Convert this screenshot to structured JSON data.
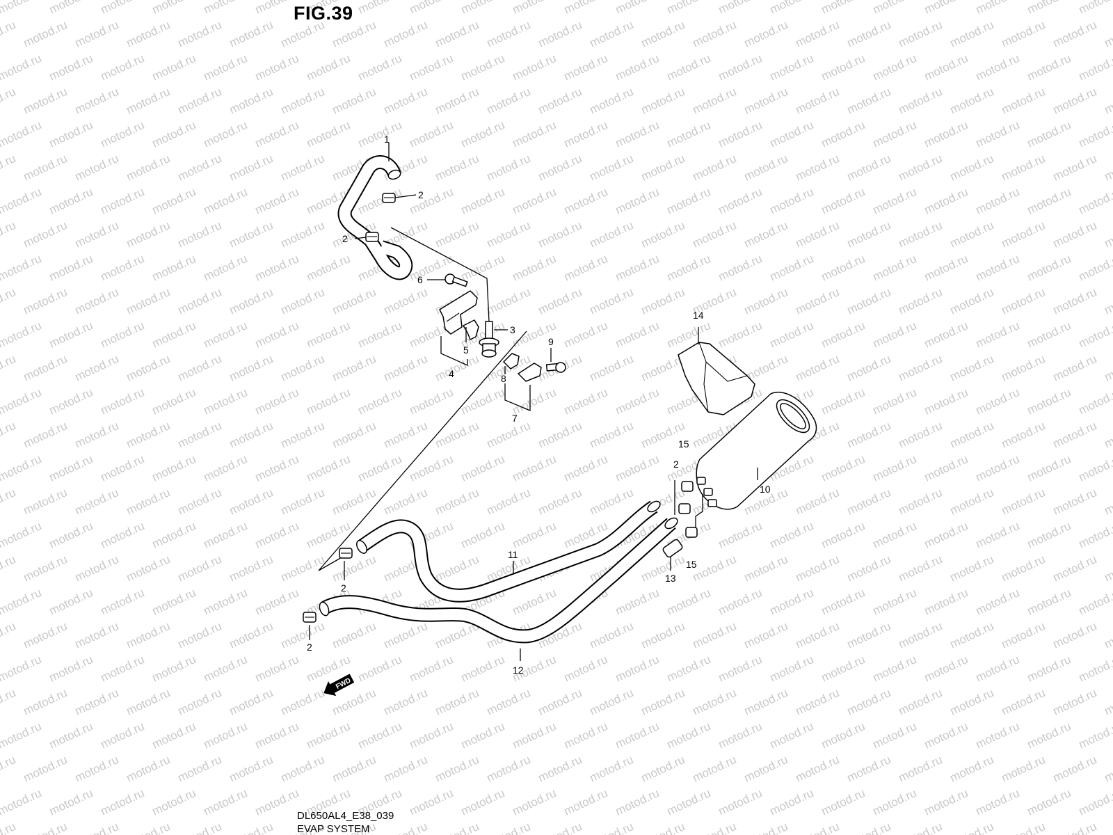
{
  "figure": {
    "title": "FIG.39",
    "code": "DL650AL4_E38_039",
    "caption": "EVAP SYSTEM"
  },
  "watermark": {
    "text": "motod.ru",
    "color": "#c8c8c8"
  },
  "fwd_badge": {
    "text": "FWD"
  },
  "callouts": [
    {
      "id": "c1",
      "label": "1"
    },
    {
      "id": "c2a",
      "label": "2"
    },
    {
      "id": "c2b",
      "label": "2"
    },
    {
      "id": "c2c",
      "label": "2"
    },
    {
      "id": "c2d",
      "label": "2"
    },
    {
      "id": "c2e",
      "label": "2"
    },
    {
      "id": "c3",
      "label": "3"
    },
    {
      "id": "c4",
      "label": "4"
    },
    {
      "id": "c5",
      "label": "5"
    },
    {
      "id": "c6",
      "label": "6"
    },
    {
      "id": "c7",
      "label": "7"
    },
    {
      "id": "c8",
      "label": "8"
    },
    {
      "id": "c9",
      "label": "9"
    },
    {
      "id": "c10",
      "label": "10"
    },
    {
      "id": "c11",
      "label": "11"
    },
    {
      "id": "c12",
      "label": "12"
    },
    {
      "id": "c13",
      "label": "13"
    },
    {
      "id": "c14",
      "label": "14"
    },
    {
      "id": "c15a",
      "label": "15"
    },
    {
      "id": "c15b",
      "label": "15"
    }
  ]
}
